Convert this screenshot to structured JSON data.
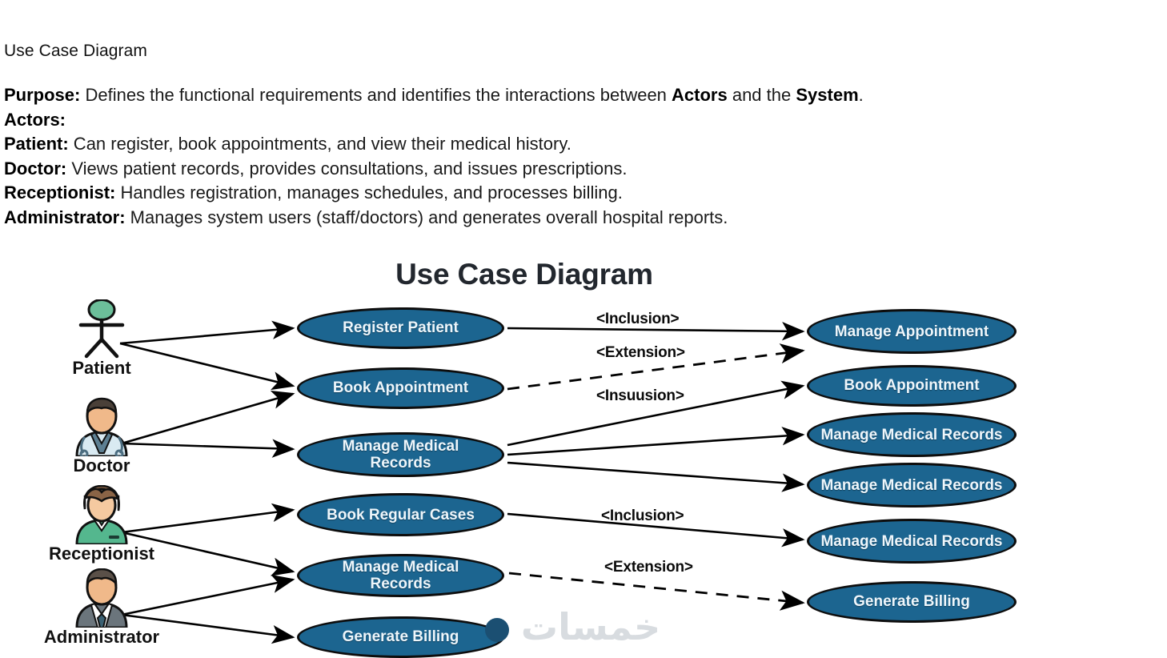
{
  "document": {
    "heading": "Use Case Diagram",
    "lines": [
      {
        "bold": "Purpose:",
        "rest": " Defines the functional requirements and identifies the interactions between ",
        "bold2": "Actors",
        "rest2": " and the ",
        "bold3": "System",
        "rest3": "."
      },
      {
        "bold": "Actors:",
        "rest": ""
      },
      {
        "bold": "Patient:",
        "rest": " Can register, book appointments, and view their medical history."
      },
      {
        "bold": "Doctor:",
        "rest": " Views patient records, provides consultations, and issues prescriptions."
      },
      {
        "bold": "Receptionist:",
        "rest": " Handles registration, manages schedules, and processes billing."
      },
      {
        "bold": "Administrator:",
        "rest": " Manages system users (staff/doctors) and generates overall hospital reports."
      }
    ]
  },
  "diagram": {
    "title": "Use Case Diagram",
    "watermark": "خمسات",
    "colors": {
      "node_fill": "#1c6590",
      "node_stroke": "#0d0d0d",
      "node_text": "#eef6fb",
      "line": "#000000",
      "patient_head": "#6cbf9a",
      "doctor_coat": "#d9eaf2",
      "receptionist_top": "#54b78e",
      "admin_suit": "#6b757c"
    },
    "actors": [
      {
        "id": "patient",
        "label": "Patient",
        "icon": "stick-figure-icon"
      },
      {
        "id": "doctor",
        "label": "Doctor",
        "icon": "doctor-avatar-icon"
      },
      {
        "id": "receptionist",
        "label": "Receptionist",
        "icon": "receptionist-avatar-icon"
      },
      {
        "id": "administrator",
        "label": "Administrator",
        "icon": "administrator-avatar-icon"
      }
    ],
    "left_use_cases": [
      {
        "id": "register-patient",
        "label": "Register Patient"
      },
      {
        "id": "book-appointment",
        "label": "Book Appointment"
      },
      {
        "id": "manage-medical-records-1",
        "label": "Manage Medical Records"
      },
      {
        "id": "book-regular-cases",
        "label": "Book Regular Cases"
      },
      {
        "id": "manage-medical-records-2",
        "label": "Manage Medical Records"
      },
      {
        "id": "generate-billing-left",
        "label": "Generate Billing"
      }
    ],
    "right_use_cases": [
      {
        "id": "manage-appointment",
        "label": "Manage Appointment"
      },
      {
        "id": "book-appointment-right",
        "label": "Book Appointment"
      },
      {
        "id": "manage-medical-records-r1",
        "label": "Manage Medical Records"
      },
      {
        "id": "manage-medical-records-r2",
        "label": "Manage Medical Records"
      },
      {
        "id": "manage-medical-records-r3",
        "label": "Manage Medical Records"
      },
      {
        "id": "generate-billing-right",
        "label": "Generate Billing"
      }
    ],
    "relationships": [
      {
        "id": "rel-inclusion-1",
        "label": "<Inclusion>",
        "style": "solid"
      },
      {
        "id": "rel-extension-1",
        "label": "<Extension>",
        "style": "dashed"
      },
      {
        "id": "rel-insuusion",
        "label": "<Insuusion>",
        "style": "solid"
      },
      {
        "id": "rel-inclusion-2",
        "label": "<Inclusion>",
        "style": "solid"
      },
      {
        "id": "rel-extension-2",
        "label": "<Extension>",
        "style": "dashed"
      }
    ]
  }
}
